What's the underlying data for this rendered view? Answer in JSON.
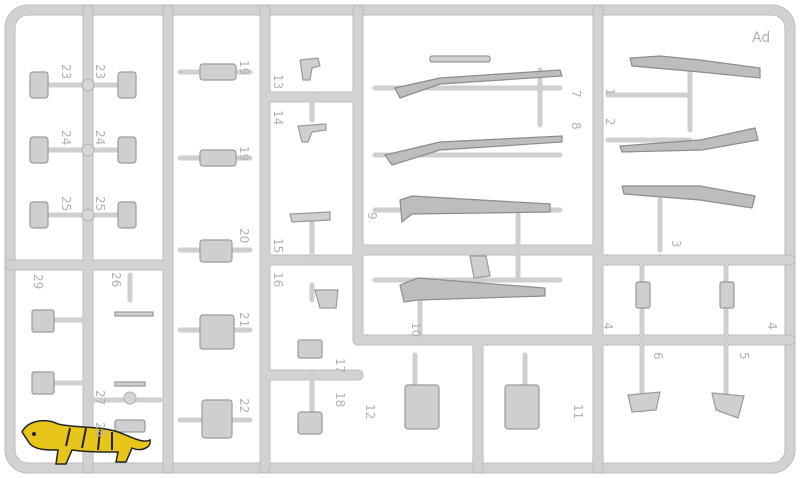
{
  "sprue": {
    "frame_letter": "Ad",
    "part_numbers": [
      "1",
      "2",
      "3",
      "4",
      "4",
      "5",
      "6",
      "7",
      "8",
      "9",
      "10",
      "11",
      "12",
      "13",
      "14",
      "15",
      "16",
      "17",
      "18",
      "19",
      "19",
      "20",
      "21",
      "22",
      "23",
      "23",
      "24",
      "24",
      "25",
      "25",
      "26",
      "27",
      "28",
      "29"
    ]
  },
  "colors": {
    "plastic": "#cfcfcf",
    "background": "#ffffff",
    "logo_yellow": "#e8c51a"
  },
  "logo": {
    "icon": "tiger-logo-icon"
  }
}
